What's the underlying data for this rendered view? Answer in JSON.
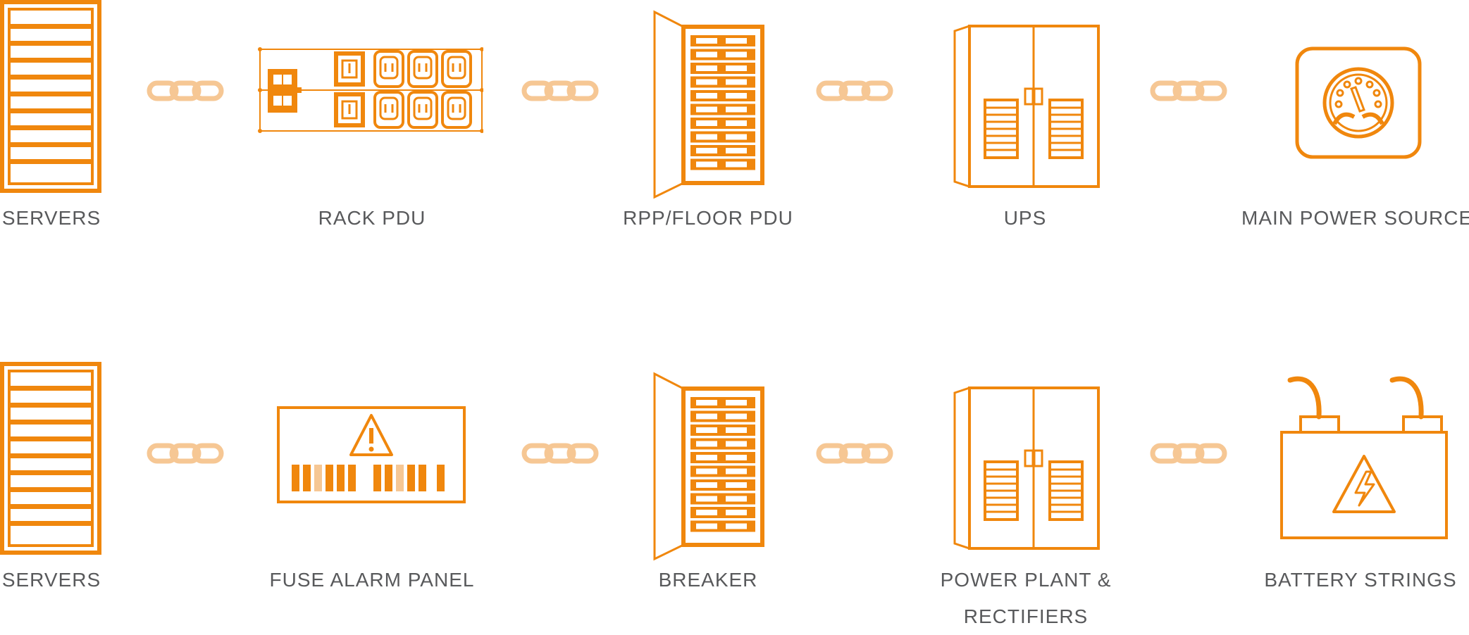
{
  "colors": {
    "orange": "#f0870d",
    "orange_light": "#f6c794",
    "label_gray": "#58595b"
  },
  "rows": [
    {
      "items": [
        {
          "label": "SERVERS",
          "icon": "server-rack-icon"
        },
        {
          "label": "RACK PDU",
          "icon": "rack-pdu-icon"
        },
        {
          "label": "RPP/FLOOR PDU",
          "icon": "breaker-panel-icon"
        },
        {
          "label": "UPS",
          "icon": "cabinet-icon"
        },
        {
          "label": "MAIN POWER SOURCE",
          "icon": "power-meter-icon"
        }
      ]
    },
    {
      "items": [
        {
          "label": "SERVERS",
          "icon": "server-rack-icon"
        },
        {
          "label": "FUSE ALARM PANEL",
          "icon": "fuse-alarm-panel-icon"
        },
        {
          "label": "BREAKER",
          "icon": "breaker-panel-icon"
        },
        {
          "label": "POWER PLANT &",
          "label_line2": "RECTIFIERS",
          "icon": "cabinet-icon"
        },
        {
          "label": "BATTERY STRINGS",
          "icon": "battery-icon"
        }
      ]
    }
  ],
  "connector_icon": "chain-link-icon"
}
